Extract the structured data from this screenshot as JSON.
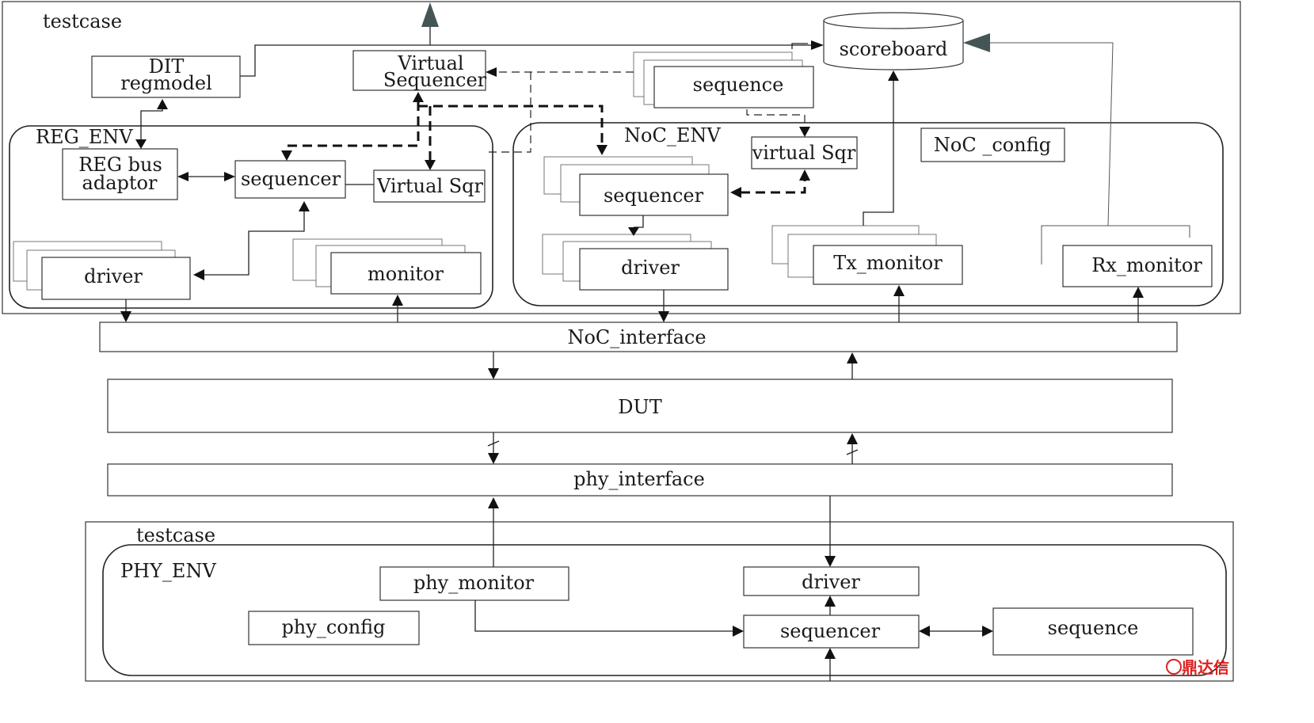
{
  "top": {
    "testcase": "testcase",
    "scoreboard": "scoreboard",
    "virtual_sequencer": [
      "Virtual",
      "Sequencer"
    ],
    "dit_regmodel": [
      "DIT",
      "regmodel"
    ],
    "sequence": "sequence"
  },
  "reg_env": {
    "title": "REG_ENV",
    "bus_adaptor": [
      "REG bus",
      "adaptor"
    ],
    "sequencer": "sequencer",
    "virtual_sqr": "Virtual  Sqr",
    "driver": "driver",
    "monitor": "monitor"
  },
  "noc_env": {
    "title": "NoC_ENV",
    "virtual_sqr": "virtual Sqr",
    "config": "NoC _config",
    "sequencer": "sequencer",
    "driver": "driver",
    "tx_monitor": "Tx_monitor",
    "rx_monitor": "Rx_monitor"
  },
  "interfaces": {
    "noc": "NoC_interface",
    "dut": "DUT",
    "phy": "phy_interface"
  },
  "bottom": {
    "testcase": "testcase",
    "phy_env": "PHY_ENV",
    "phy_monitor": "phy_monitor",
    "phy_config": "phy_config",
    "driver": "driver",
    "sequencer": "sequencer",
    "sequence": "sequence"
  },
  "watermark": "鼎达信"
}
